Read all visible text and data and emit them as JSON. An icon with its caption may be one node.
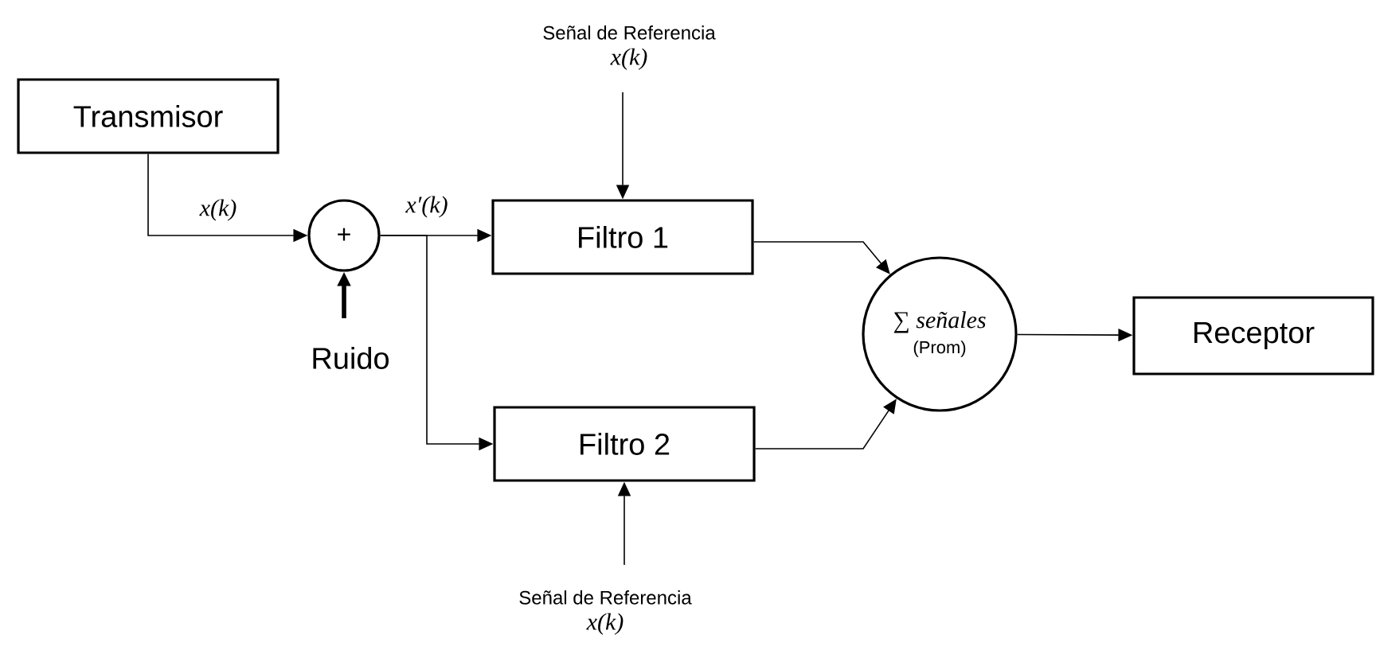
{
  "diagram": {
    "nodes": [
      {
        "text": [
          "Transmisor"
        ]
      },
      {
        "text": [
          "+"
        ]
      },
      {
        "text": [
          "Ruido"
        ]
      },
      {
        "text": [
          "Filtro 1"
        ]
      },
      {
        "text": [
          "Filtro 2"
        ]
      },
      {
        "text": [
          "Señal de Referencia",
          "x(k)"
        ]
      },
      {
        "text": [
          "Señal de Referencia",
          "x(k)"
        ]
      },
      {
        "text": [
          "∑ *señales*",
          "(Prom)"
        ]
      },
      {
        "text": [
          "Receptor"
        ]
      }
    ],
    "edges": [
      {
        "from": 0,
        "to": 1,
        "arrow": "to",
        "label": "x(k)"
      },
      {
        "from": 1,
        "to": 3,
        "arrow": "to",
        "label": "x′(k)"
      },
      {
        "from": 1,
        "to": 4,
        "arrow": "to"
      },
      {
        "from": 2,
        "to": 1,
        "arrow": "to",
        "style": "thick"
      },
      {
        "from": 5,
        "to": 3,
        "arrow": "to"
      },
      {
        "from": 6,
        "to": 4,
        "arrow": "to"
      },
      {
        "from": 3,
        "to": 7,
        "arrow": "to"
      },
      {
        "from": 4,
        "to": 7,
        "arrow": "to"
      },
      {
        "from": 7,
        "to": 8,
        "arrow": "to"
      }
    ]
  }
}
